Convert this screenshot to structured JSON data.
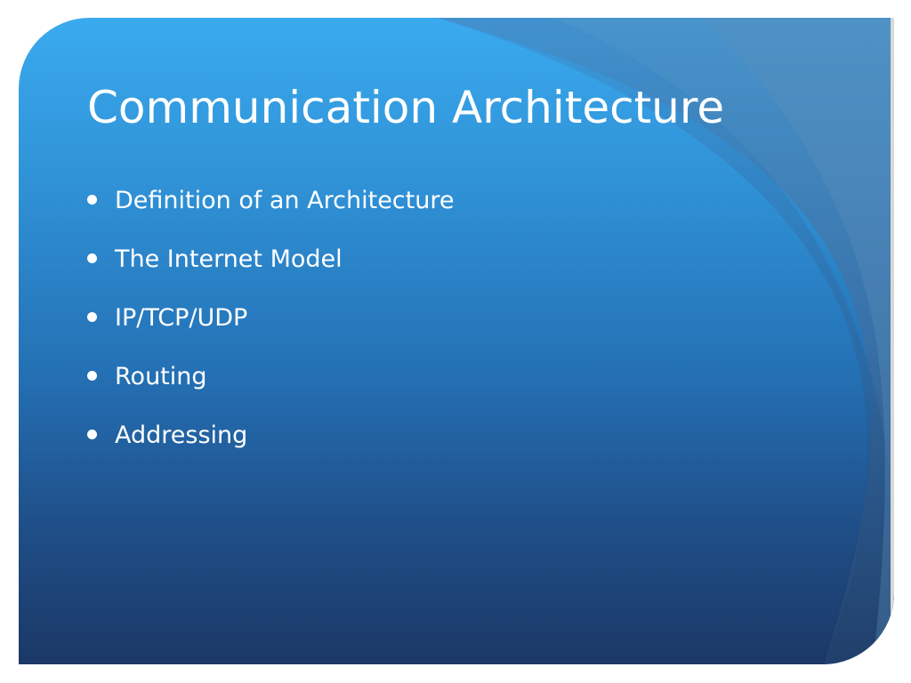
{
  "slide": {
    "title": "Communication Architecture",
    "bullets": [
      "Definition of an Architecture",
      "The Internet Model",
      "IP/TCP/UDP",
      "Routing",
      "Addressing"
    ]
  },
  "colors": {
    "gradient_top": "#3aaaee",
    "gradient_bottom": "#1b3866",
    "accent_band": "#4a86b6",
    "text": "#ffffff"
  }
}
